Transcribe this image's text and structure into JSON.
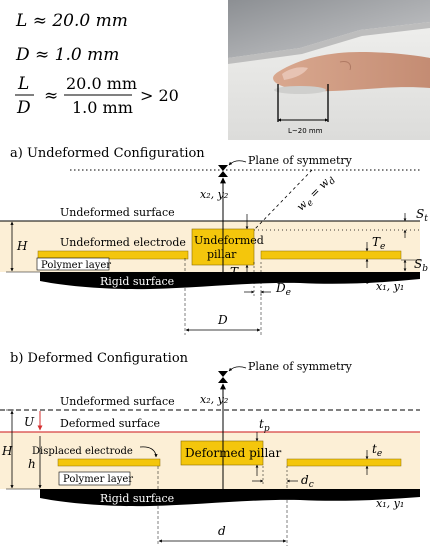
{
  "equations": {
    "L": "L ≈ 20.0 mm",
    "D": "D ≈ 1.0 mm",
    "ratio_lhs_num": "L",
    "ratio_lhs_den": "D",
    "ratio_num": "20.0 mm",
    "ratio_den": "1.0 mm",
    "ratio_tail": "> 20"
  },
  "photo": {
    "scale_label": "L~20 mm"
  },
  "panel_a": {
    "title": "a) Undeformed Configuration",
    "plane_of_symmetry": "Plane of symmetry",
    "undeformed_surface": "Undeformed surface",
    "undeformed_electrode": "Undeformed electrode",
    "pillar_line1": "Undeformed",
    "pillar_line2": "pillar",
    "polymer_layer": "Polymer layer",
    "rigid_surface": "Rigid surface",
    "axis_vertical": "x₂, y₂",
    "axis_horizontal": "x₁, y₁",
    "H": "H",
    "St": "S",
    "St_sub": "t",
    "Sb": "S",
    "Sb_sub": "b",
    "Te": "T",
    "Te_sub": "e",
    "Tp": "T",
    "Tp_sub": "p",
    "De": "D",
    "De_sub": "e",
    "D": "D",
    "we_wd": "w",
    "we_sub": "e",
    "wd_eq": " = w",
    "wd_sub": "d"
  },
  "panel_b": {
    "title": "b) Deformed Configuration",
    "plane_of_symmetry": "Plane of symmetry",
    "undeformed_surface": "Undeformed surface",
    "deformed_surface": "Deformed surface",
    "displaced_electrode": "Displaced electrode",
    "deformed_pillar": "Deformed pillar",
    "polymer_layer": "Polymer layer",
    "rigid_surface": "Rigid surface",
    "axis_vertical": "x₂, y₂",
    "axis_horizontal": "x₁, y₁",
    "U": "U",
    "H": "H",
    "h": "h",
    "tp": "t",
    "tp_sub": "p",
    "te": "t",
    "te_sub": "e",
    "dc": "d",
    "dc_sub": "c",
    "d": "d"
  },
  "colors": {
    "polymer": "#fcefd6",
    "electrode": "#f4c60c",
    "rigid": "#000000",
    "deformed_surface_line": "#d64242",
    "U_arrow": "#d62f2f"
  }
}
